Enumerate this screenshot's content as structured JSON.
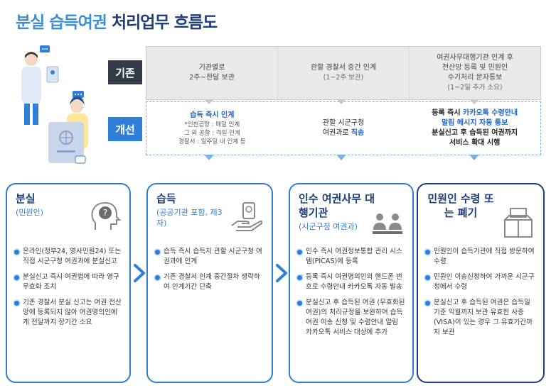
{
  "title": {
    "part1": "분실 습득여권",
    "part2": "처리업무 흐름도"
  },
  "rows": {
    "old_label": "기존",
    "new_label": "개선"
  },
  "old_band": {
    "col1": {
      "line1": "기관별로",
      "line2": "2주~한달 보관"
    },
    "col2": {
      "line1": "관할 경찰서 중간 인계",
      "line2": "(1~2주 보관)"
    },
    "col3": {
      "line1": "여권사무대행기관 인계 후",
      "line2": "전산망 등록 및 민원인",
      "line3": "수기처리 문자통보",
      "line4": "(1~2일 추가 소요)"
    }
  },
  "new_band": {
    "col1": {
      "head": "습득 즉시 인계",
      "l1": "*인천공항 : 매일 인계",
      "l2": "그 외 공항 : 격일 인계",
      "l3": "경찰서 : 일주일 내 인계 등"
    },
    "col2": {
      "l1": "관할 시군구청",
      "l2a": "여권과로 ",
      "l2b": "직송"
    },
    "col3": {
      "l1a": "등록 즉시 ",
      "l1b": "카카오톡 수령안내",
      "l2": "알림 메시지 자동 통보",
      "l3": "분실신고 후 습득된 여권까지",
      "l4": "서비스 확대 시행"
    }
  },
  "cards": [
    {
      "title": "분실",
      "sub": "(민원인)",
      "icon": "question-head-icon",
      "bullets": [
        "온라인(정부24, 영사민원24) 또는 직접 시군구청 여권과에 분실신고",
        "분실신고 즉시 여권법에 따라 영구 무효화 조치",
        "기존 경찰서 분실 신고는 여권 전산망에 등록되지 않아 여권명의인에게 전달까지 장기간 소요"
      ]
    },
    {
      "title": "습득",
      "sub": "(공공기관 포함, 제3자)",
      "icon": "hand-passport-icon",
      "bullets": [
        "습득 즉시 습득지 관할 시군구청 여권과에 인계",
        "기존 경찰서 인계 중간절차 생략하여 인계기간 단축"
      ]
    },
    {
      "title": "인수 여권사무 대행기관",
      "sub": "(시군구청 여권과)",
      "icon": "people-icon",
      "bullets": [
        "인수 즉시 여권정보통합 관리 시스템(PICAS)에 등록",
        "등록 즉시 여권명의인의 핸드폰 번호로 수령안내 카카오톡 자동 발송",
        "분실신고 후 습득된 여권 (무효화된 여권)의 처리규정을 보완하여 습득 여권 이송 신청 및 수령안내 알림 카카오톡 서비스 대상에 추가"
      ]
    },
    {
      "title": "민원인 수령 또는 폐기",
      "sub": "",
      "icon": "box-icon",
      "bullets": [
        "민원인이 습득기관에 직접 방문하여 수령",
        "민원인 이송신청하여 가까운 시군구청에서 수령",
        "분실신고 후 습득된 여권은 습득일 기준 익월까지 보관 유효한 사증(VISA)이 있는 경우 그 유효기간까지 보관"
      ]
    }
  ],
  "colors": {
    "accent": "#2f7fd8",
    "navy": "#1f3e7a",
    "dark": "#333b48",
    "light_blue": "#3a8ed6"
  }
}
